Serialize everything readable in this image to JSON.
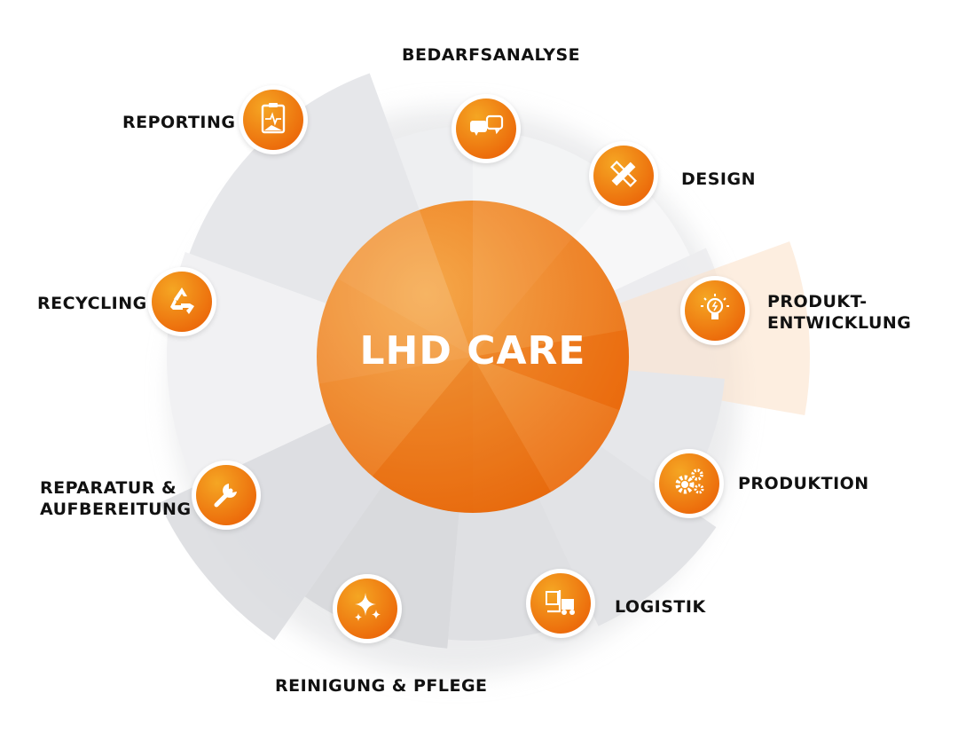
{
  "center": {
    "title": "LHD CARE"
  },
  "colors": {
    "orange": "#ec6b0b",
    "orange_light": "#f5a623",
    "gray": "#e4e5e8"
  },
  "steps": [
    {
      "label": "BEDARFSANALYSE",
      "icon": "chat-bubbles-icon"
    },
    {
      "label": "DESIGN",
      "icon": "ruler-pencil-icon"
    },
    {
      "label_line1": "PRODUKT-",
      "label_line2": "ENTWICKLUNG",
      "icon": "lightbulb-icon"
    },
    {
      "label": "PRODUKTION",
      "icon": "gears-icon"
    },
    {
      "label": "LOGISTIK",
      "icon": "forklift-icon"
    },
    {
      "label": "REINIGUNG & PFLEGE",
      "icon": "sparkles-icon"
    },
    {
      "label_line1": "REPARATUR &",
      "label_line2": "AUFBEREITUNG",
      "icon": "wrench-icon"
    },
    {
      "label": "RECYCLING",
      "icon": "recycle-icon"
    },
    {
      "label": "REPORTING",
      "icon": "clipboard-chart-icon"
    }
  ]
}
